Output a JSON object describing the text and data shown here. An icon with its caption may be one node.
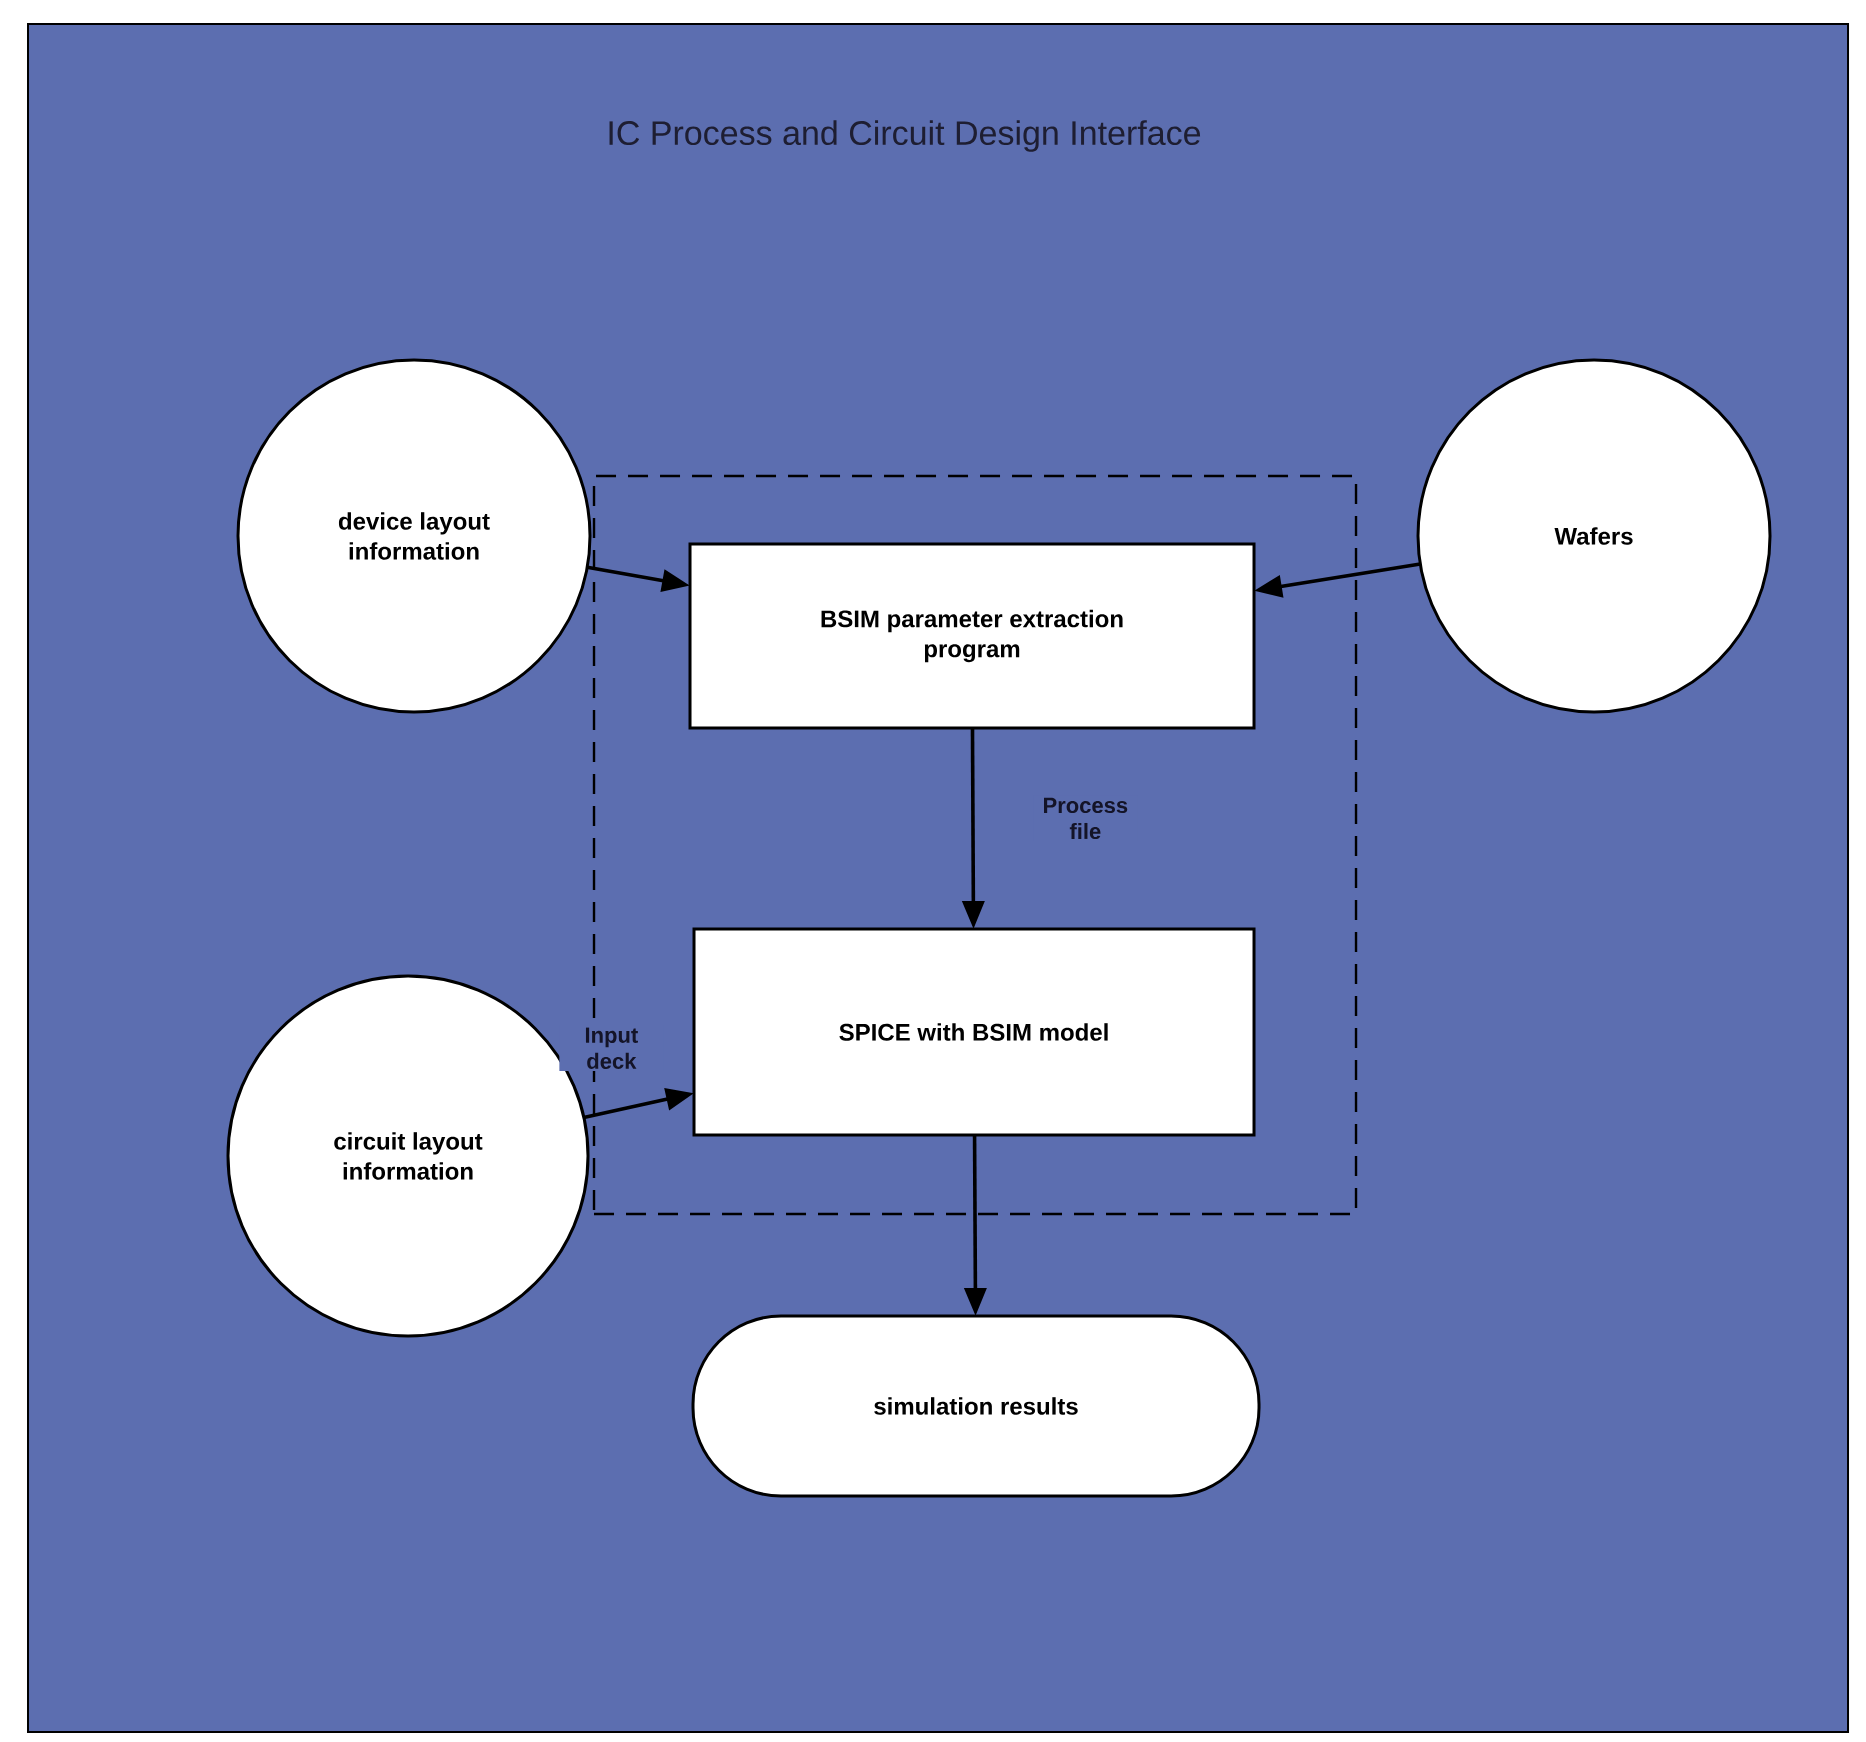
{
  "diagram": {
    "title": "IC Process and Circuit Design Interface",
    "nodes": [
      {
        "text": [
          "device layout information"
        ]
      },
      {
        "text": [],
        "shape": "box"
      },
      {
        "text": [
          "BSIM parameter extraction program"
        ],
        "in": 1
      },
      {
        "text": [
          "Wafers"
        ]
      },
      {
        "text": [
          "circuit layout information"
        ]
      },
      {
        "text": [
          "SPICE with BSIM model"
        ],
        "in": 1
      },
      {
        "text": [
          "simulation results"
        ]
      }
    ],
    "edges": [
      {
        "from": 0,
        "to": 2,
        "arrow": "to"
      },
      {
        "from": 3,
        "to": 2,
        "arrow": "to"
      },
      {
        "from": 2,
        "to": 5,
        "arrow": "to",
        "label": "Process file"
      },
      {
        "from": 4,
        "to": 5,
        "arrow": "to",
        "label": "Input deck"
      },
      {
        "from": 5,
        "to": 6,
        "arrow": "to"
      }
    ]
  }
}
